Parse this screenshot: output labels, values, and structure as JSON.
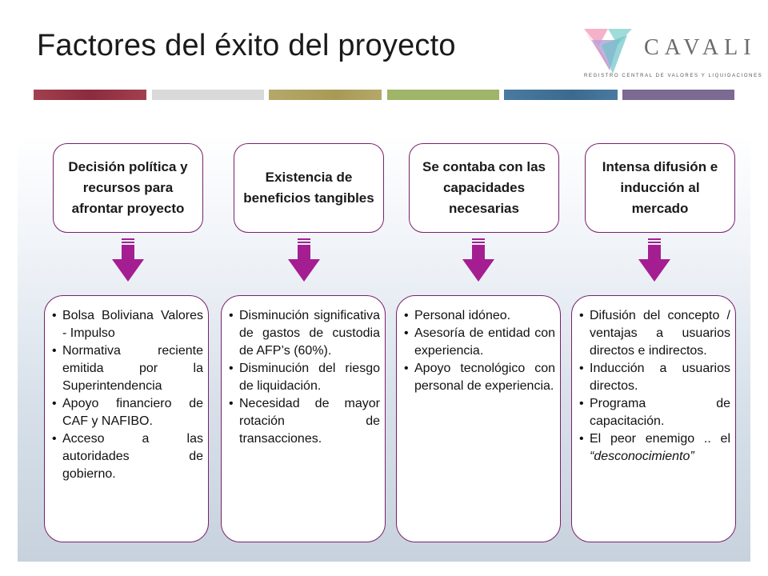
{
  "title": "Factores del éxito del proyecto",
  "logo": {
    "word": "CAVALI",
    "subtitle": "REGISTRO CENTRAL DE VALORES Y LIQUIDACIONES"
  },
  "colors": {
    "accent": "#7b1f6d",
    "arrow": "#a51e91",
    "stripes": [
      "#8b2b3d",
      "#d9d9d9",
      "#a89a55",
      "#9eb56a",
      "#3b6a8f",
      "#7b6a92"
    ]
  },
  "columns": [
    {
      "header": "Decisión política y recursos para afrontar proyecto",
      "items": [
        "Bolsa Boliviana Valores - Impulso",
        "Normativa reciente emitida por la Superintendencia",
        "Apoyo financiero de CAF y NAFIBO.",
        "Acceso a las autoridades de gobierno."
      ]
    },
    {
      "header": "Existencia de beneficios tangibles",
      "items": [
        "Disminución significativa de gastos de custodia de AFP’s (60%).",
        "Disminución del riesgo de liquidación.",
        "Necesidad de mayor rotación de transacciones."
      ]
    },
    {
      "header": "Se contaba con las capacidades necesarias",
      "items": [
        "Personal idóneo.",
        "Asesoría de entidad con experiencia.",
        "Apoyo tecnológico con personal de experiencia."
      ]
    },
    {
      "header": "Intensa difusión e inducción al mercado",
      "items": [
        "Difusión del concepto / ventajas a usuarios directos e indirectos.",
        "Inducción a usuarios directos.",
        "Programa de capacitación.",
        "El peor enemigo .. el"
      ],
      "last_item_emphasis": "“desconocimiento”"
    }
  ],
  "icons": {
    "arrow": "down-arrow-icon",
    "logo": "cavali-logo-icon"
  }
}
